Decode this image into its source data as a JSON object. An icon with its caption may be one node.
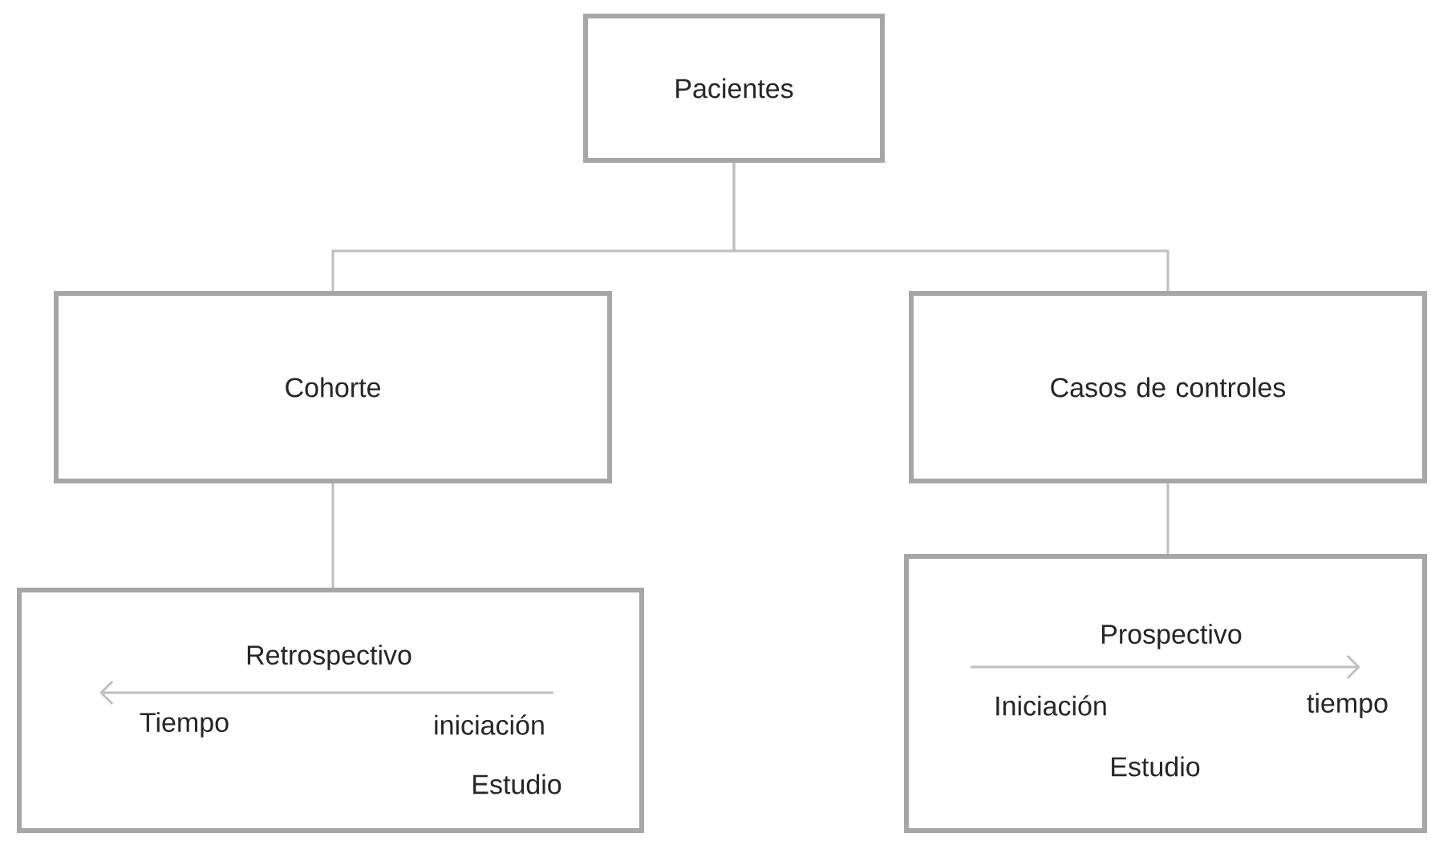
{
  "diagram": {
    "nodes": [
      {
        "text": [
          "Pacientes"
        ]
      },
      {
        "text": [
          "Cohorte"
        ]
      },
      {
        "text": [
          "Casos de controles"
        ]
      },
      {
        "text": [
          "Retrospectivo",
          "Tiempo",
          "iniciación",
          "Estudio"
        ]
      },
      {
        "text": [
          "Prospectivo",
          "Iniciación",
          "tiempo",
          "Estudio"
        ]
      }
    ],
    "edges": [
      {
        "from": 0,
        "to": 1,
        "arrow": "none"
      },
      {
        "from": 0,
        "to": 2,
        "arrow": "none"
      },
      {
        "from": 1,
        "to": 3,
        "arrow": "none"
      },
      {
        "from": 2,
        "to": 4,
        "arrow": "none"
      }
    ]
  }
}
